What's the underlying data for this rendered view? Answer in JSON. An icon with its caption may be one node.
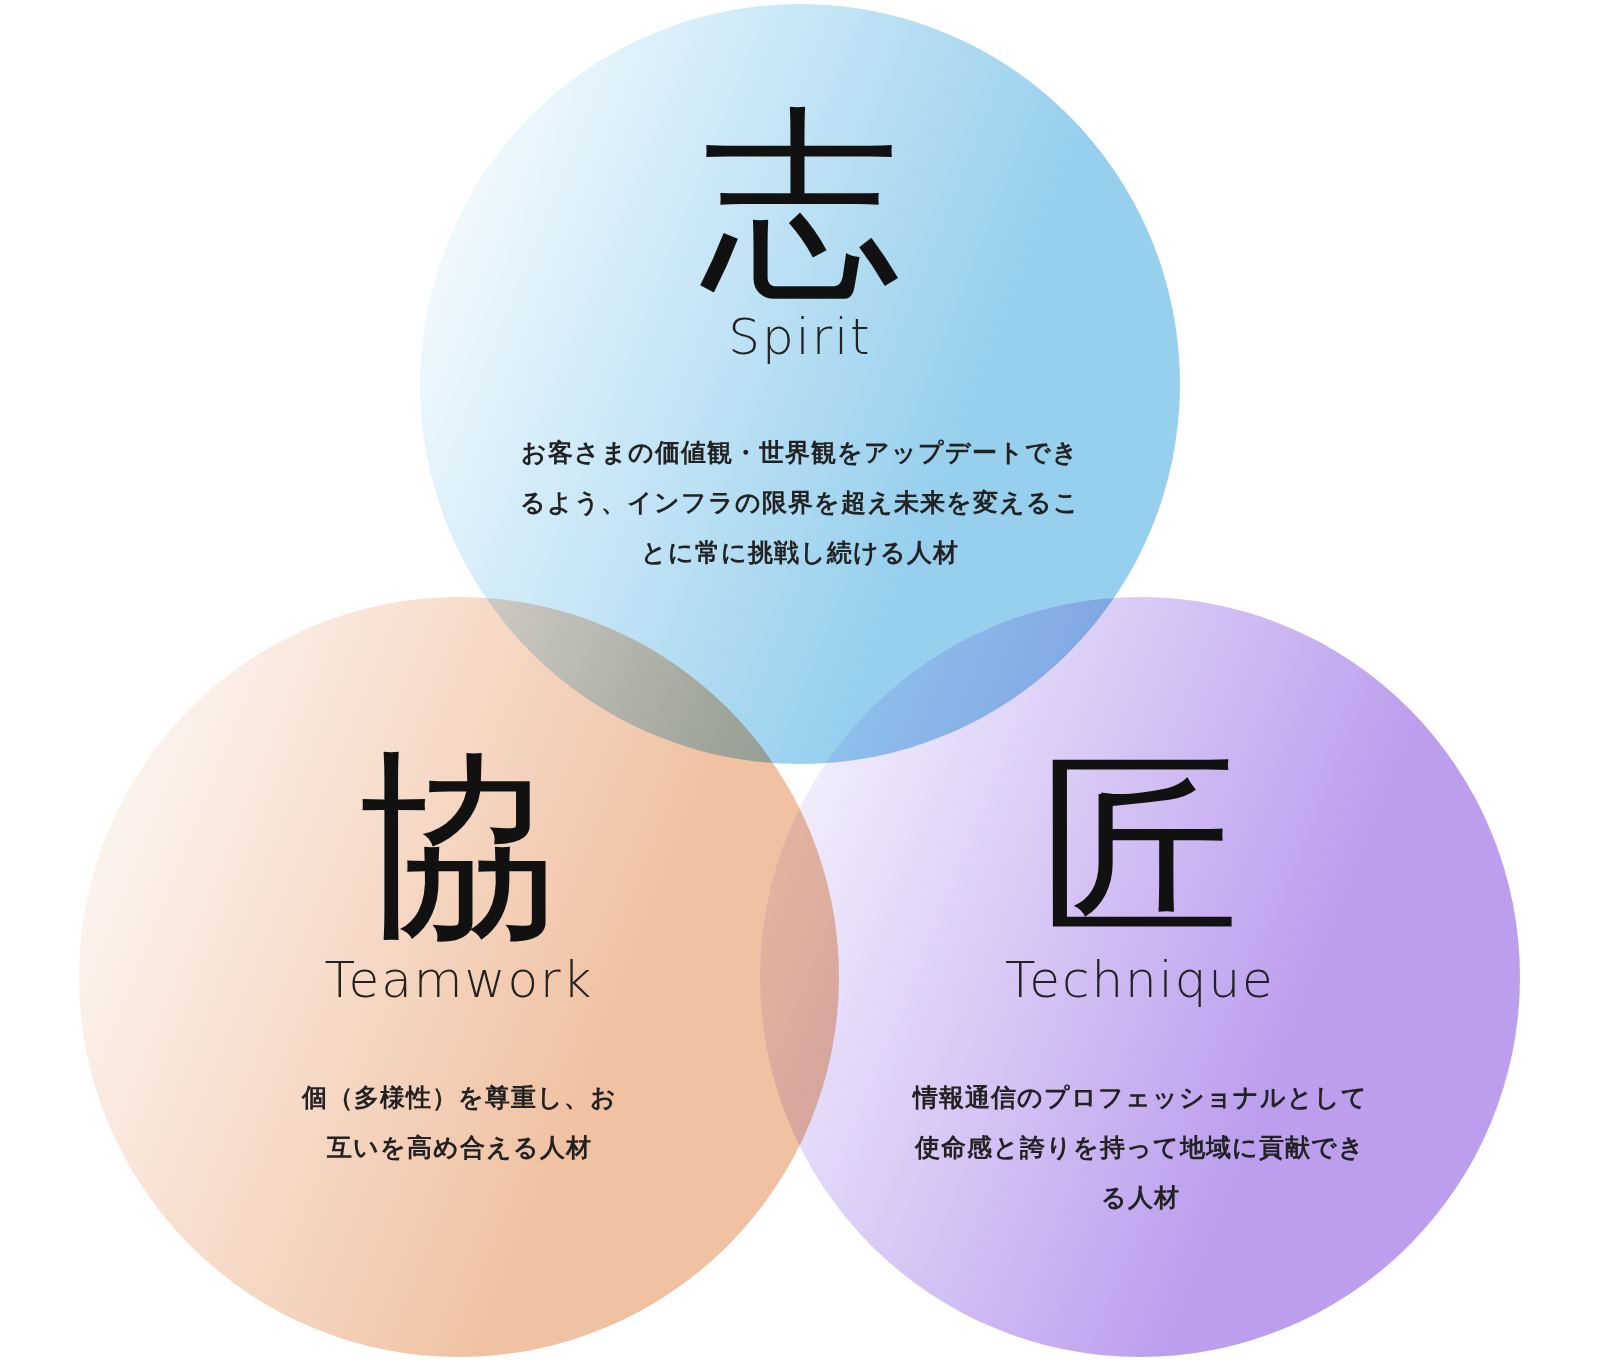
{
  "diagram": {
    "nodes": [
      {
        "text": [
          "志",
          "Spirit",
          "お客さまの価値観・世界観をアップデートできるよう、インフラの限界を超え未来を変えることに常に挑戦し続ける人材"
        ]
      },
      {
        "text": [
          "協",
          "Teamwork",
          "個（多様性）を尊重し、お互いを高め合える人材"
        ]
      },
      {
        "text": [
          "匠",
          "Technique",
          "情報通信のプロフェッショナルとして使命感と誇りを持って地域に貢献できる人材"
        ]
      }
    ]
  }
}
